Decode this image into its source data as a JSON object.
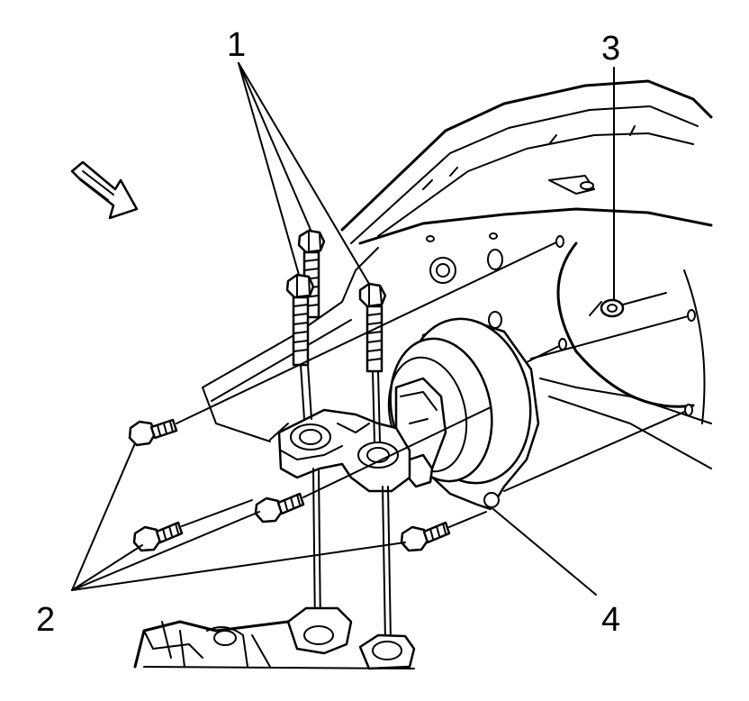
{
  "callouts": [
    {
      "id": "1",
      "text": "1"
    },
    {
      "id": "2",
      "text": "2"
    },
    {
      "id": "3",
      "text": "3"
    },
    {
      "id": "4",
      "text": "4"
    }
  ],
  "icons": {
    "direction_arrow": "front-direction-arrow-icon"
  },
  "colors": {
    "line": "#000000",
    "background": "#ffffff"
  }
}
